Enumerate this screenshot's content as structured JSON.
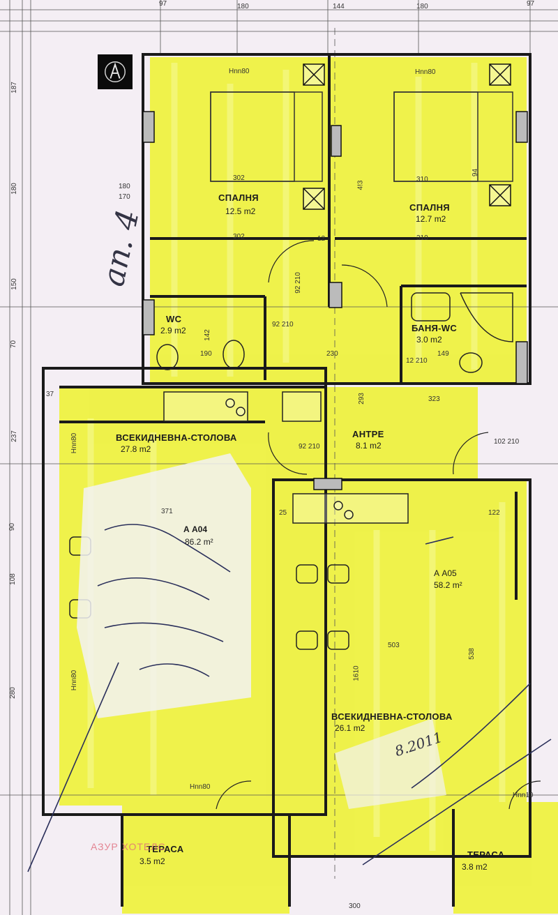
{
  "logo": {
    "icon": "monogram-a-logo"
  },
  "watermark": "АЗУР ХОТЕЛС",
  "handwritten": {
    "floor": "ап. 4",
    "note": "8.2011"
  },
  "rooms": {
    "bedroom1": {
      "name": "СПАЛНЯ",
      "area": "12.5 m2"
    },
    "bedroom2": {
      "name": "СПАЛНЯ",
      "area": "12.7 m2"
    },
    "wc": {
      "name": "WC",
      "area": "2.9 m2"
    },
    "bath": {
      "name": "БАНЯ-WC",
      "area": "3.0 m2"
    },
    "living1": {
      "name": "ВСЕКИДНЕВНА-СТОЛОВА",
      "area": "27.8 m2"
    },
    "hall": {
      "name": "АНТРЕ",
      "area": "8.1 m2"
    },
    "living2": {
      "name": "ВСЕКИДНЕВНА-СТОЛОВА",
      "area": "26.1 m2"
    },
    "terrace1": {
      "name": "ТЕРАСА",
      "area": "3.5 m2"
    },
    "terrace2": {
      "name": "ТЕРАСА",
      "area": "3.8 m2"
    }
  },
  "units": {
    "a04": {
      "name": "А А04",
      "area": "86.2 m²"
    },
    "a05": {
      "name": "А А05",
      "area": "58.2 m²"
    }
  },
  "dimensions": {
    "top": [
      "97",
      "180",
      "144",
      "180",
      "97"
    ],
    "left": [
      "187",
      "180",
      "150",
      "70",
      "237",
      "90",
      "108",
      "280"
    ],
    "windows": [
      "Hnn80",
      "Hnn80",
      "Hnn80",
      "Hnn80",
      "Hnn80",
      "Hnn10"
    ],
    "doors": [
      "92 210",
      "92 210",
      "92 210",
      "102 210",
      "12 210"
    ],
    "widths": [
      "302",
      "310",
      "302",
      "310",
      "230",
      "293",
      "323",
      "371",
      "503",
      "538",
      "300"
    ],
    "misc": [
      "142",
      "190",
      "149",
      "12",
      "25",
      "37",
      "170",
      "180",
      "4!3",
      "1610",
      "122",
      "94"
    ]
  }
}
